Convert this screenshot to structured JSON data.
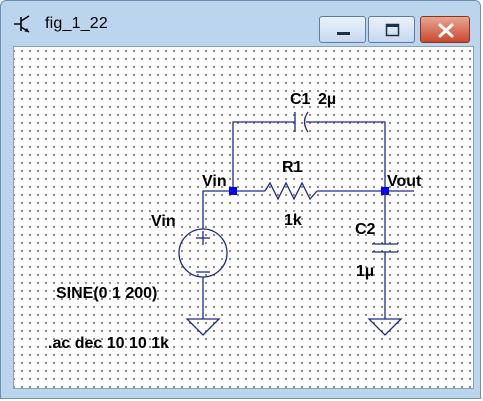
{
  "window": {
    "title": "fig_1_22"
  },
  "controls": {
    "minimize": "minimize",
    "maximize": "maximize",
    "close": "close"
  },
  "schematic": {
    "c1_name": "C1",
    "c1_value": "2µ",
    "r1_name": "R1",
    "r1_value": "1k",
    "c2_name": "C2",
    "c2_value": "1µ",
    "source_name": "Vin",
    "node_in": "Vin",
    "node_out": "Vout",
    "source_spec": "SINE(0 1 200)",
    "directive": ".ac dec 10 10 1k"
  },
  "colors": {
    "wire": "#1b2a8c",
    "node": "#0000ff",
    "titlebar": "#bcd5ee",
    "close_button": "#c9482e"
  }
}
